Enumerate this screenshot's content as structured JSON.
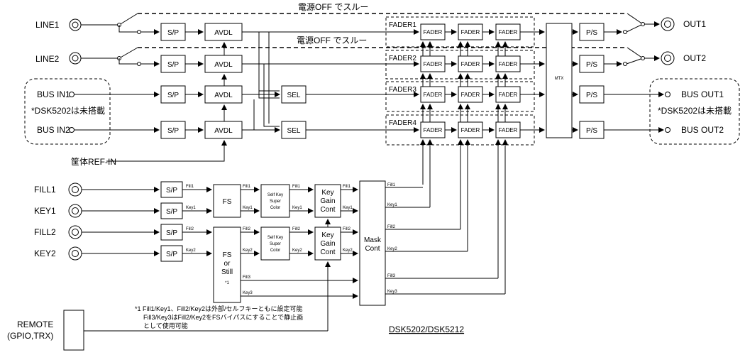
{
  "labels": {
    "bypass_top": "電源OFF でスルー",
    "bypass_mid": "電源OFF でスルー",
    "line1": "LINE1",
    "line2": "LINE2",
    "bus_in1": "BUS IN1",
    "bus_in2": "BUS IN2",
    "dsk_note_left": "*DSK5202は未搭載",
    "dsk_note_right": "*DSK5202は未搭載",
    "ref_in": "筐体REF-IN",
    "out1": "OUT1",
    "out2": "OUT2",
    "bus_out1": "BUS OUT1",
    "bus_out2": "BUS OUT2",
    "fill1": "FILL1",
    "key1": "KEY1",
    "fill2": "FILL2",
    "key2": "KEY2",
    "remote_line1": "REMOTE",
    "remote_line2": "(GPIO,TRX)",
    "model": "DSK5202/DSK5212",
    "note_line1": "*1  Fill1/Key1、Fill2/Key2は外部/セルフキーともに設定可能",
    "note_line2": "Fill3/Key3はFill2/Key2をFSバイパスにすることで静止画",
    "note_line3": "として使用可能"
  },
  "blocks": {
    "sp": "S/P",
    "avdl": "AVDL",
    "sel": "SEL",
    "fader": "FADER",
    "fader1": "FADER1",
    "fader2": "FADER2",
    "fader3": "FADER3",
    "fader4": "FADER4",
    "mtx": "MTX",
    "ps": "P/S",
    "fs": "FS",
    "fs_still_1": "FS",
    "fs_still_2": "or",
    "fs_still_3": "Still",
    "fs_still_4": "*1",
    "selfkey_1": "Self Key",
    "selfkey_2": "Super",
    "selfkey_3": "Color",
    "keygain_1": "Key",
    "keygain_2": "Gain",
    "keygain_3": "Cont",
    "mask_1": "Mask",
    "mask_2": "Cont"
  },
  "signals": {
    "fill1": "Fill1",
    "key1": "Key1",
    "fill2": "Fill2",
    "key2": "Key2",
    "fill3": "Fill3",
    "key3": "Key3"
  }
}
